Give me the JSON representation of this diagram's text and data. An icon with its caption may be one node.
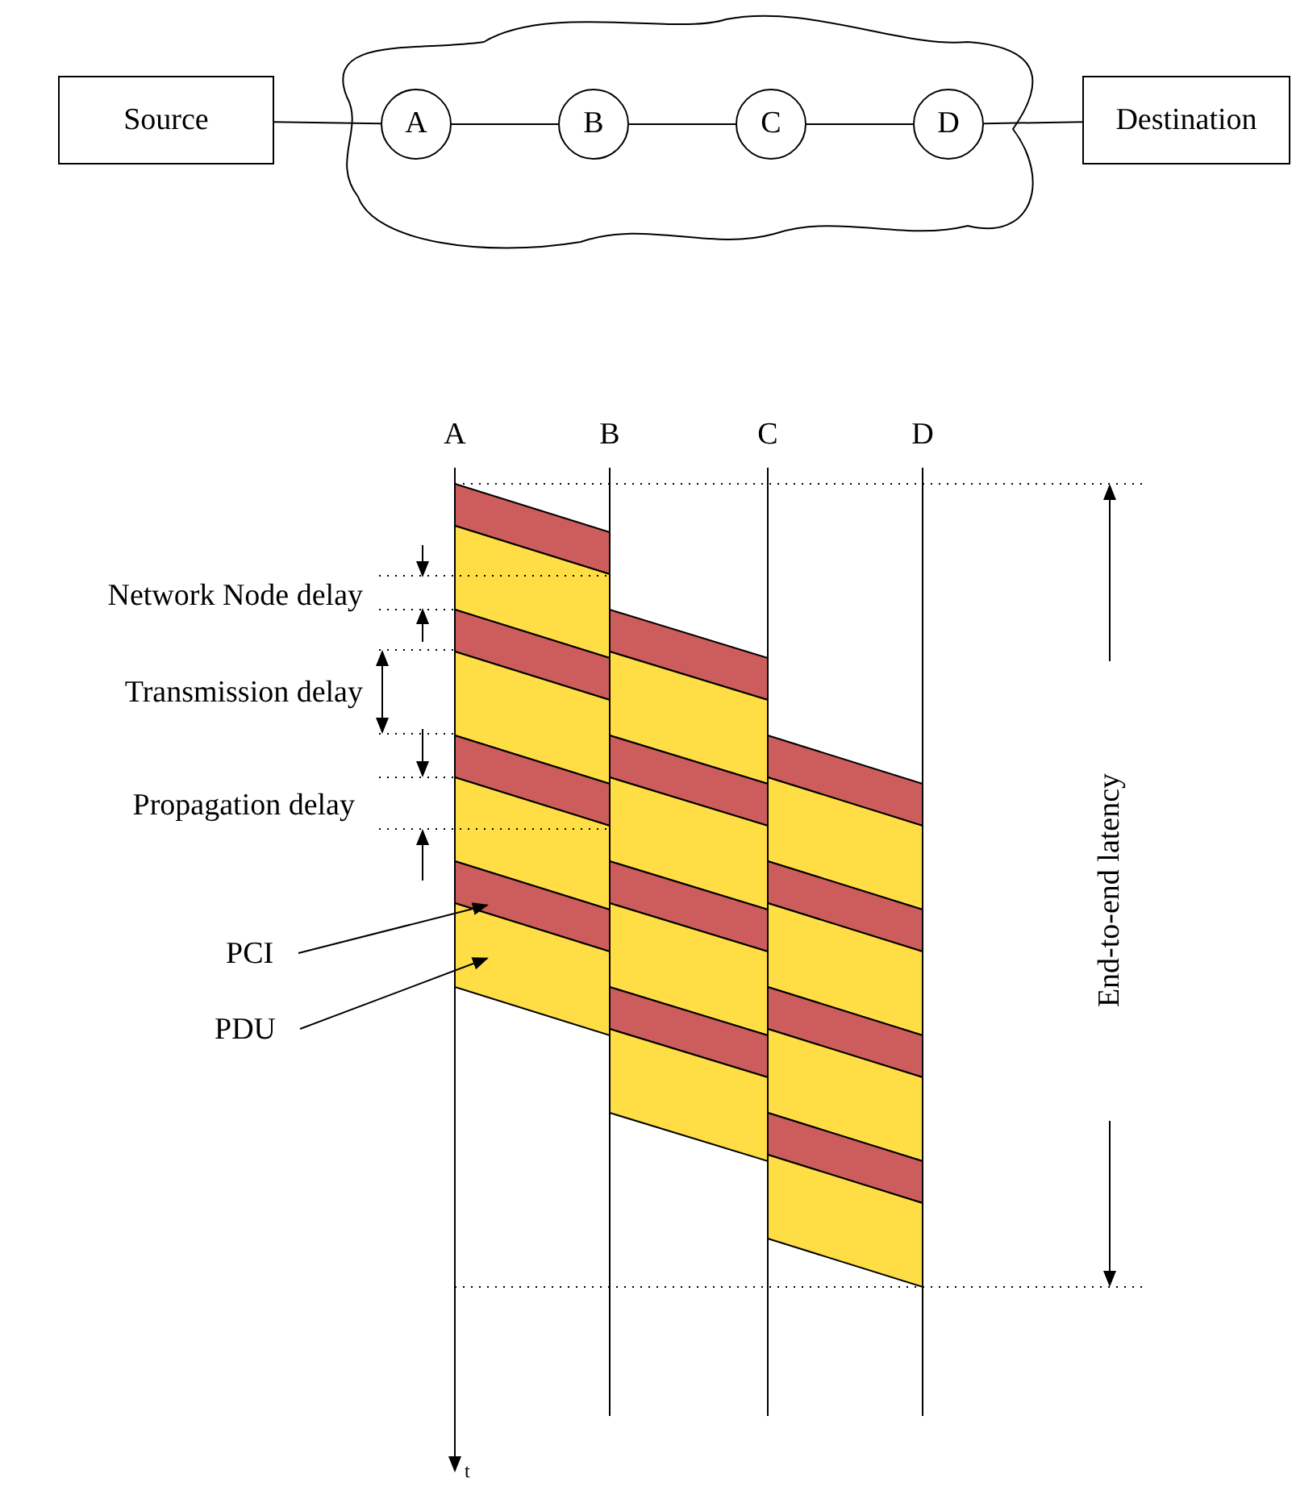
{
  "diagram": {
    "nodes": [
      {
        "text": [
          "Source"
        ]
      },
      {
        "text": [],
        "shape": "cloud"
      },
      {
        "text": [
          "A"
        ],
        "in": 1
      },
      {
        "text": [
          "B"
        ],
        "in": 1
      },
      {
        "text": [
          "C"
        ],
        "in": 1
      },
      {
        "text": [
          "D"
        ],
        "in": 1
      },
      {
        "text": [
          "Destination"
        ]
      },
      {
        "text": [
          "PCI"
        ]
      },
      {
        "text": [],
        "shape": "bar"
      },
      {
        "text": [
          "PDU"
        ]
      },
      {
        "text": [],
        "shape": "bar"
      }
    ],
    "edges": [
      {
        "from": 0,
        "to": 2,
        "arrow": "none"
      },
      {
        "from": 2,
        "to": 3,
        "arrow": "none"
      },
      {
        "from": 3,
        "to": 4,
        "arrow": "none"
      },
      {
        "from": 4,
        "to": 5,
        "arrow": "none"
      },
      {
        "from": 5,
        "to": 6,
        "arrow": "none"
      },
      {
        "from": 7,
        "to": 8,
        "arrow": "to"
      },
      {
        "from": 9,
        "to": 10,
        "arrow": "to"
      }
    ],
    "labels": [
      "A",
      "B",
      "C",
      "D",
      "Network Node delay",
      "Transmission delay",
      "Propagation delay",
      "End-to-end latency",
      "t"
    ]
  }
}
